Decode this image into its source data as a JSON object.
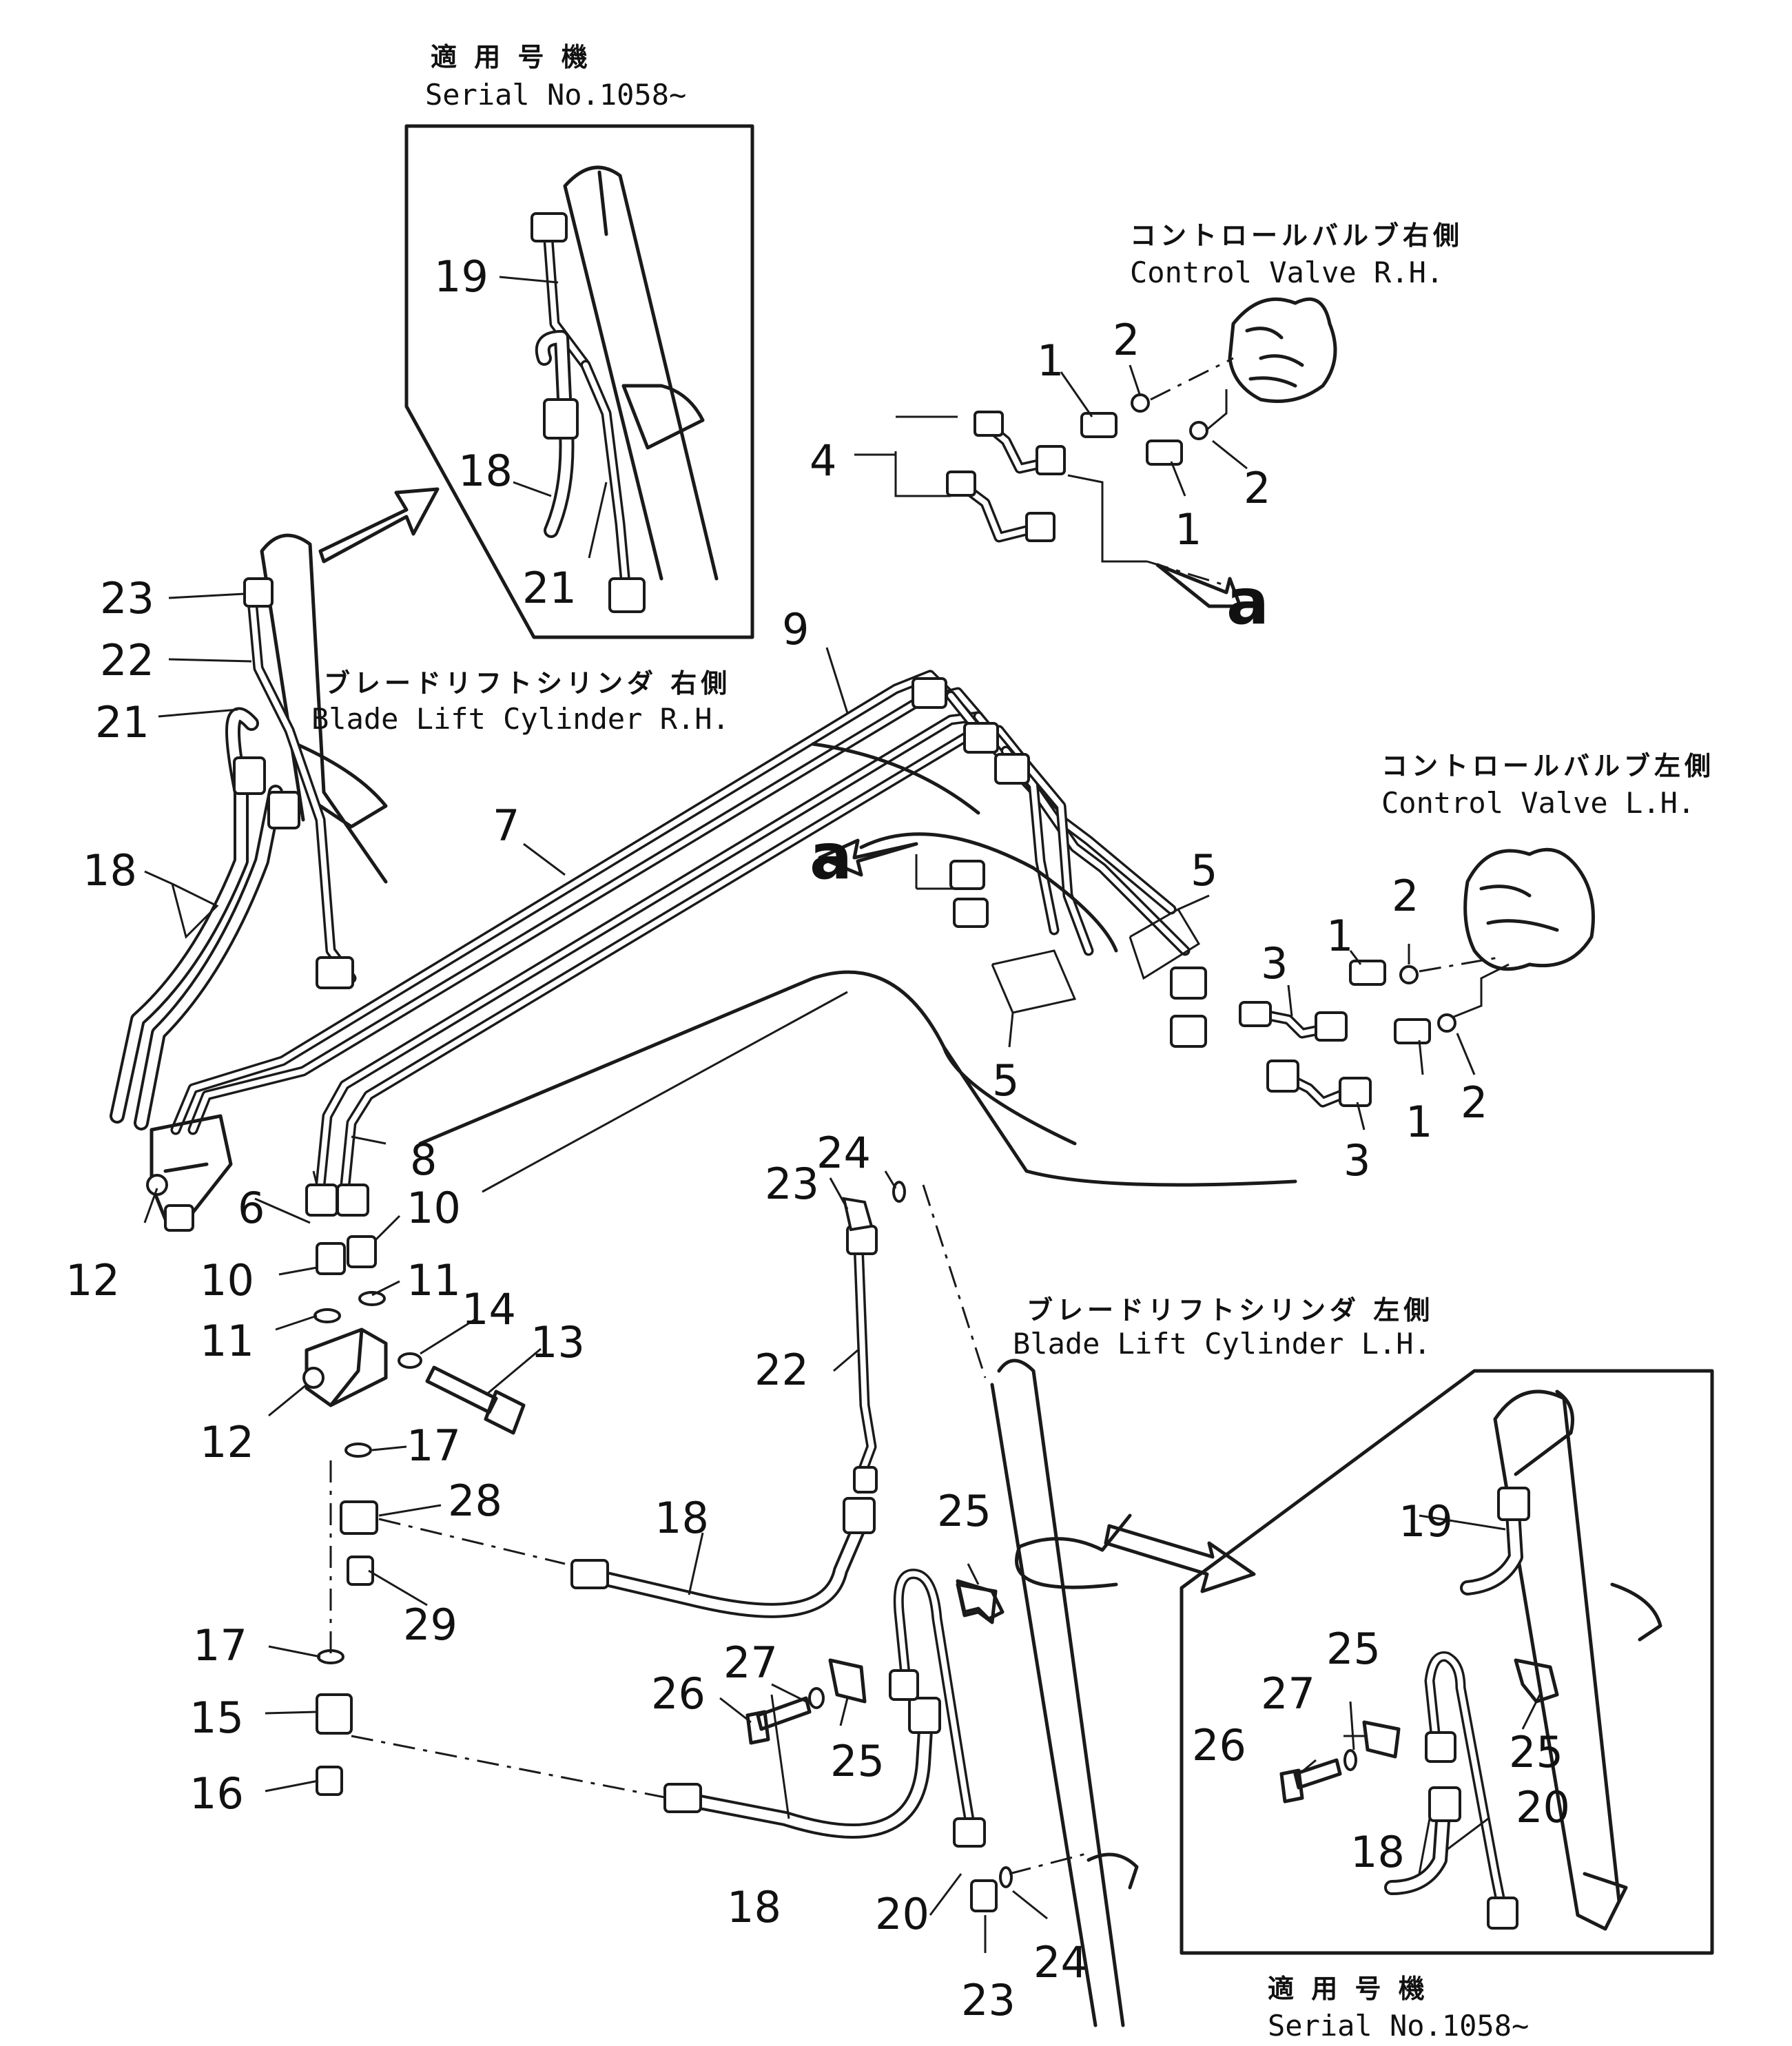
{
  "serial_note_top": {
    "jp": "適 用 号 機",
    "en": "Serial No.1058~"
  },
  "serial_note_bottom": {
    "jp": "適 用 号 機",
    "en": "Serial No.1058~"
  },
  "labels": {
    "cv_rh_jp": "コントロールバルブ右側",
    "cv_rh_en": "Control Valve R.H.",
    "cv_lh_jp": "コントロールバルブ左側",
    "cv_lh_en": "Control Valve L.H.",
    "blc_rh_jp": "ブレードリフトシリンダ 右側",
    "blc_rh_en": "Blade Lift Cylinder R.H.",
    "blc_lh_jp": "ブレードリフトシリンダ 左側",
    "blc_lh_en": "Blade Lift Cylinder L.H."
  },
  "view_marker": "a",
  "callouts": {
    "c1a": "1",
    "c1b": "1",
    "c1c": "1",
    "c1d": "1",
    "c2a": "2",
    "c2b": "2",
    "c2c": "2",
    "c2d": "2",
    "c3a": "3",
    "c3b": "3",
    "c4": "4",
    "c5a": "5",
    "c5b": "5",
    "c6": "6",
    "c7": "7",
    "c8": "8",
    "c9": "9",
    "c10a": "10",
    "c10b": "10",
    "c11a": "11",
    "c11b": "11",
    "c12a": "12",
    "c12b": "12",
    "c13": "13",
    "c14": "14",
    "c15": "15",
    "c16": "16",
    "c17a": "17",
    "c17b": "17",
    "c18a": "18",
    "c18b": "18",
    "c18c": "18",
    "c18d": "18",
    "c18e": "18",
    "c19a": "19",
    "c19b": "19",
    "c20a": "20",
    "c20b": "20",
    "c21a": "21",
    "c21b": "21",
    "c22a": "22",
    "c22b": "22",
    "c23a": "23",
    "c23b": "23",
    "c23c": "23",
    "c24a": "24",
    "c24b": "24",
    "c25a": "25",
    "c25b": "25",
    "c25c": "25",
    "c25d": "25",
    "c26a": "26",
    "c26b": "26",
    "c27a": "27",
    "c27b": "27",
    "c28": "28",
    "c29": "29"
  }
}
